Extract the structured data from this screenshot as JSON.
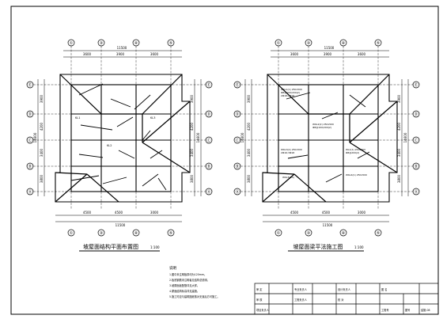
{
  "drawing": {
    "plans": [
      {
        "id": "left",
        "title": "坡屋面结构平面布置图",
        "scale": "1:100",
        "axes_top": [
          "①",
          "③",
          "④",
          "⑤"
        ],
        "axes_side": [
          "Ⓔ",
          "Ⓓ",
          "Ⓒ",
          "Ⓑ",
          "Ⓐ"
        ],
        "dims_top_total": "11500",
        "dims_top": [
          "3600",
          "3900",
          "3600"
        ],
        "dims_bottom": [
          "4500",
          "4500",
          "3000"
        ],
        "dims_bottom_total": "11500",
        "dims_left_total": "14600",
        "dims_left": [
          "3900",
          "4200",
          "3400",
          "3800"
        ],
        "dims_right_total": "14600",
        "dims_right": [
          "3900",
          "4200",
          "3400",
          "3800"
        ]
      },
      {
        "id": "right",
        "title": "坡屋面梁平法施工图",
        "scale": "1:100",
        "axes_top": [
          "①",
          "③",
          "④",
          "⑤"
        ],
        "axes_side": [
          "Ⓔ",
          "Ⓓ",
          "Ⓒ",
          "Ⓑ",
          "Ⓐ"
        ],
        "dims_top_total": "11500",
        "dims_top": [
          "3600",
          "3900",
          "3600"
        ],
        "dims_bottom": [
          "4500",
          "4500",
          "3000"
        ],
        "dims_bottom_total": "11500",
        "dims_left_total": "14600",
        "dims_left": [
          "3900",
          "4200",
          "3400",
          "3800"
        ],
        "dims_right_total": "14600",
        "dims_right": [
          "3900",
          "4200",
          "3400",
          "3800"
        ]
      }
    ],
    "notes": {
      "heading": "说明",
      "items": [
        "1.图中未注明板厚均为120mm。",
        "2.板底钢筋未注明者见结构总说明。",
        "3.坡屋面板配筋详见大样。",
        "4.屋面结构标高详见建施。",
        "5.施工时应与建筑图纸核对无误后方可施工。"
      ]
    },
    "title_block": {
      "rows": [
        [
          "审 定",
          "",
          "专业负责人",
          "",
          "设计负责人",
          "",
          "图 名",
          "",
          ""
        ],
        [
          "审 核",
          "",
          "工程负责人",
          "",
          "校 对",
          "",
          "",
          "",
          ""
        ],
        [
          "项目负责人",
          "",
          "",
          "",
          "",
          "",
          "工程号",
          "图号",
          ""
        ]
      ],
      "drawing_no": "结施-08"
    }
  }
}
